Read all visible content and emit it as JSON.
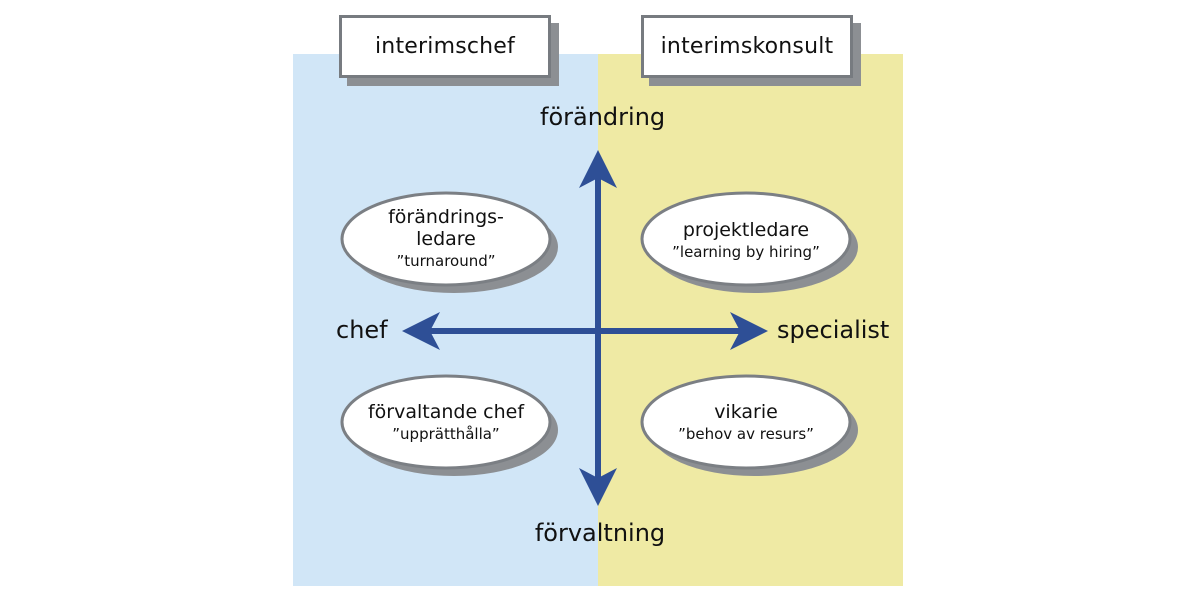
{
  "colors": {
    "left_panel": "#d1e6f7",
    "right_panel": "#efeaa4",
    "arrow": "#2e4f96",
    "oval_border": "#7b7f84",
    "oval_shadow": "#8c8f93"
  },
  "headers": {
    "left": "interimschef",
    "right": "interimskonsult"
  },
  "axes": {
    "top": "förändring",
    "bottom": "förvaltning",
    "left": "chef",
    "right": "specialist"
  },
  "quadrants": {
    "top_left": {
      "title_line1": "förändrings-",
      "title_line2": "ledare",
      "subtitle": "”turnaround”"
    },
    "top_right": {
      "title": "projektledare",
      "subtitle": "”learning by hiring”"
    },
    "bottom_left": {
      "title": "förvaltande chef",
      "subtitle": "”upprätthålla”"
    },
    "bottom_right": {
      "title": "vikarie",
      "subtitle": "”behov av resurs”"
    }
  }
}
